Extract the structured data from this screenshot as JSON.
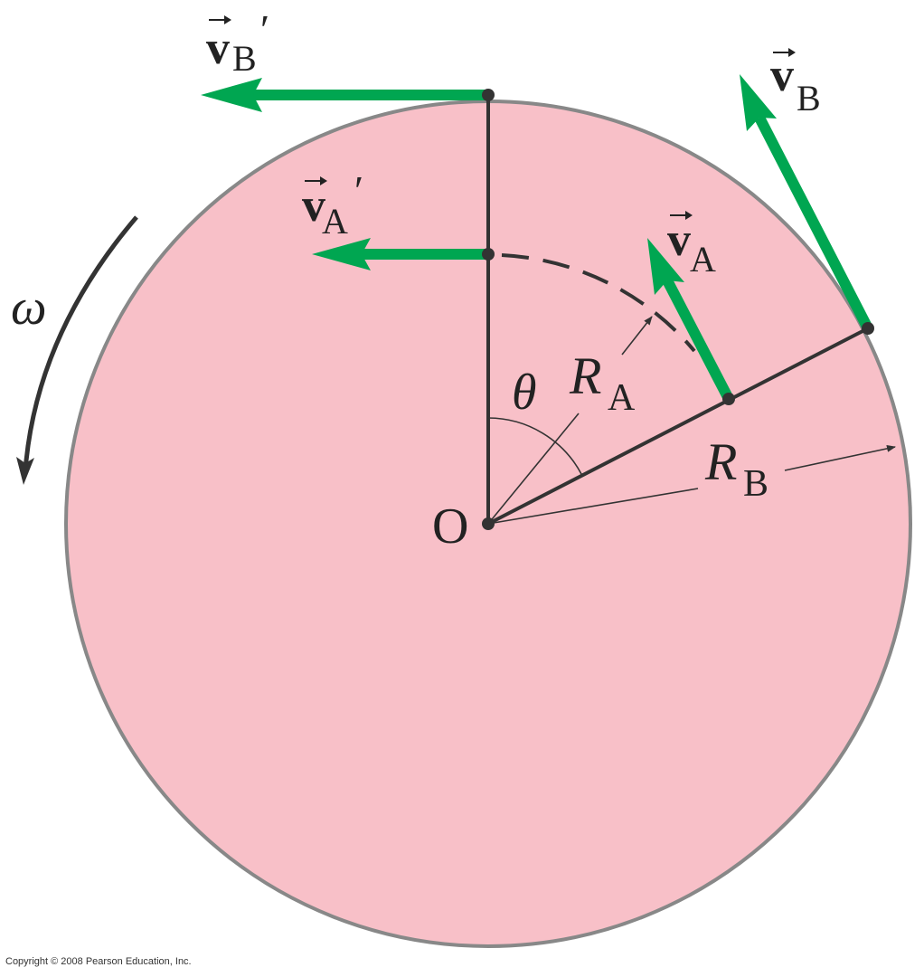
{
  "colors": {
    "disk_fill": "#f8c0c8",
    "disk_edge": "#888888",
    "vector_green": "#00a651",
    "line_dark": "#333333"
  },
  "labels": {
    "vB_prime": {
      "vec": "v",
      "sub": "B",
      "prime": "′"
    },
    "vB": {
      "vec": "v",
      "sub": "B"
    },
    "vA_prime": {
      "vec": "v",
      "sub": "A",
      "prime": "′"
    },
    "vA": {
      "vec": "v",
      "sub": "A"
    },
    "omega": "ω",
    "theta": "θ",
    "RA": {
      "main": "R",
      "sub": "A"
    },
    "RB": {
      "main": "R",
      "sub": "B"
    },
    "origin": "O"
  },
  "copyright": "Copyright © 2008 Pearson Education, Inc."
}
